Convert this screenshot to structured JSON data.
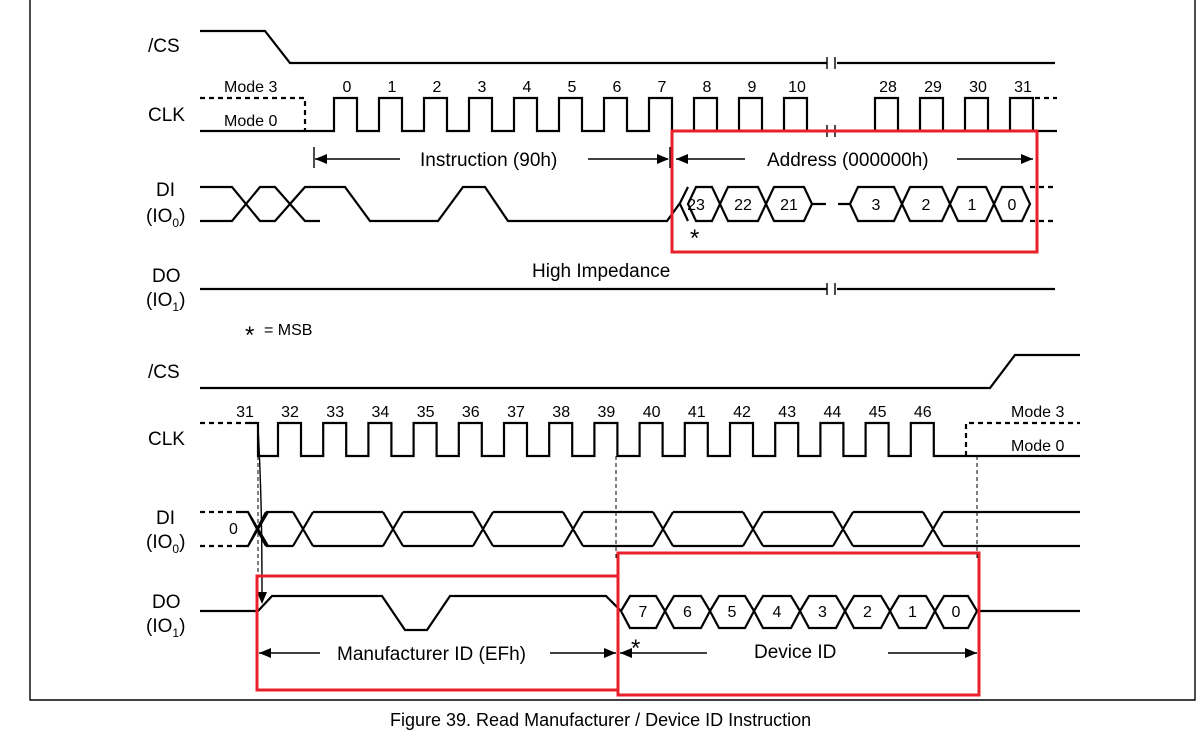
{
  "caption": "Figure 39. Read Manufacturer / Device ID Instruction",
  "colors": {
    "highlight": "#e8202a",
    "ink": "#000000",
    "background": "#ffffff"
  },
  "top": {
    "signals": {
      "cs": "/CS",
      "clk": "CLK",
      "di": "DI",
      "di_sub": "(IO",
      "di_idx": "0",
      "do": "DO",
      "do_sub": "(IO",
      "do_idx": "1",
      "paren_close": ")"
    },
    "mode3": "Mode 3",
    "mode0": "Mode 0",
    "clock_numbers": [
      "0",
      "1",
      "2",
      "3",
      "4",
      "5",
      "6",
      "7",
      "8",
      "9",
      "10",
      "28",
      "29",
      "30",
      "31"
    ],
    "instruction": "Instruction (90h)",
    "address": "Address (000000h)",
    "address_bits": [
      "23",
      "22",
      "21",
      "3",
      "2",
      "1",
      "0"
    ],
    "msb_mark": "*",
    "high_impedance": "High Impedance",
    "legend_star": "*",
    "legend_text": "= MSB"
  },
  "bottom": {
    "signals": {
      "cs": "/CS",
      "clk": "CLK",
      "di": "DI",
      "di_sub": "(IO",
      "di_idx": "0",
      "do": "DO",
      "do_sub": "(IO",
      "do_idx": "1",
      "paren_close": ")"
    },
    "mode3": "Mode 3",
    "mode0": "Mode 0",
    "clock_numbers": [
      "31",
      "32",
      "33",
      "34",
      "35",
      "36",
      "37",
      "38",
      "39",
      "40",
      "41",
      "42",
      "43",
      "44",
      "45",
      "46"
    ],
    "di_value": "0",
    "device_bits": [
      "7",
      "6",
      "5",
      "4",
      "3",
      "2",
      "1",
      "0"
    ],
    "manufacturer_id": "Manufacturer ID (EFh)",
    "device_id": "Device ID",
    "msb_mark": "*"
  }
}
